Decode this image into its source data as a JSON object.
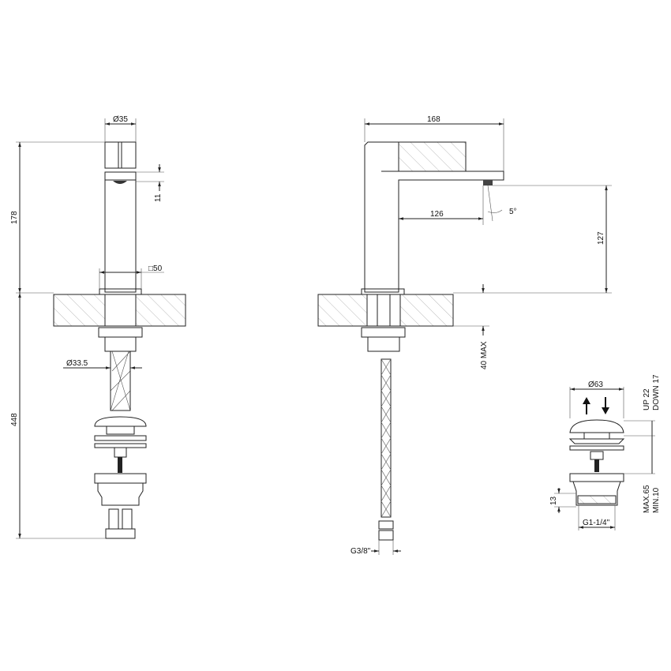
{
  "front_view": {
    "dia_top": "Ø35",
    "height": "178",
    "spout_gap": "11",
    "square_base": "□50",
    "hose_dia": "Ø33.5",
    "total_depth": "448"
  },
  "side_view": {
    "length": "168",
    "reach": "126",
    "angle": "5°",
    "spout_height": "127",
    "deck_thickness": "40 MAX",
    "hose_thread": "G3/8\""
  },
  "drain_detail": {
    "dia": "Ø63",
    "up": "UP 22",
    "down": "DOWN 17",
    "max": "MAX.65",
    "min": "MIN.10",
    "thread_len": "13",
    "thread": "G1-1/4\""
  },
  "colors": {
    "line": "#222222",
    "hatch": "#888888"
  }
}
